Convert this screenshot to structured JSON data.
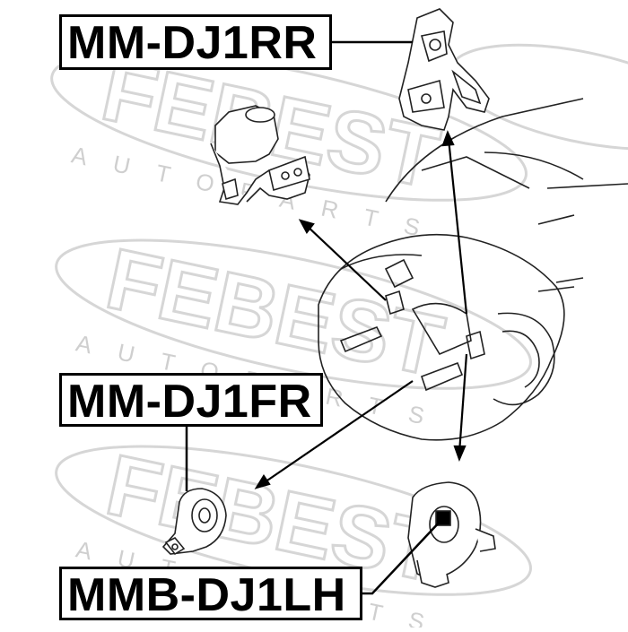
{
  "labels": {
    "rear_right": "MM-DJ1RR",
    "front_right": "MM-DJ1FR",
    "left": "MMB-DJ1LH"
  },
  "watermark": {
    "brand": "FEBEST",
    "tagline": "AUTOPARTS",
    "color": "#d9d9d9"
  },
  "colors": {
    "line": "#000000",
    "drawing": "#222222",
    "background": "#ffffff"
  }
}
